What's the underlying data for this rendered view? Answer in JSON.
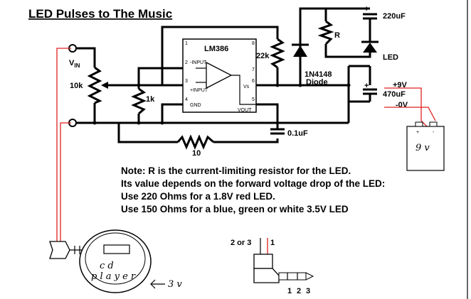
{
  "title": "LED Pulses to The Music",
  "components": {
    "vin": "V",
    "vin_sub": "IN",
    "pot": "10k",
    "r1k": "1k",
    "r22k": "22k",
    "r10": "10",
    "r_led": "R",
    "ic": "LM386",
    "pin_minus": "-INPUT",
    "pin_plus": "+INPUT",
    "pin_gnd": "GND",
    "pin_vs": "Vs",
    "pin_vout": "VOUT",
    "pin1": "1",
    "pin2": "2",
    "pin3": "3",
    "pin4": "4",
    "pin5": "5",
    "pin6": "6",
    "pin7": "7",
    "pin8": "8",
    "diode": "1N4148",
    "diode2": "Diode",
    "cap220": "220uF",
    "cap470": "470uF",
    "cap01": "0.1uF",
    "led": "LED",
    "plus9": "+9V",
    "zero": "-0V",
    "plus": "+",
    "minus": "-",
    "battery": "9 v"
  },
  "note_lines": [
    "Note: R is the current-limiting resistor for the LED.",
    "Its value depends on the forward voltage drop of the LED:",
    "Use 220 Ohms for a 1.8V red LED.",
    "Use 150 Ohms for a blue, green or white 3.5V LED"
  ],
  "cd": {
    "line1": "c d",
    "line2": "p l a y e r",
    "volt": "3 v"
  },
  "plug": {
    "left_label": "2 or 3",
    "top_label": "1",
    "num1": "1",
    "num2": "2",
    "num3": "3"
  },
  "colors": {
    "wire": "#000000",
    "red_wire": "#e02020"
  }
}
